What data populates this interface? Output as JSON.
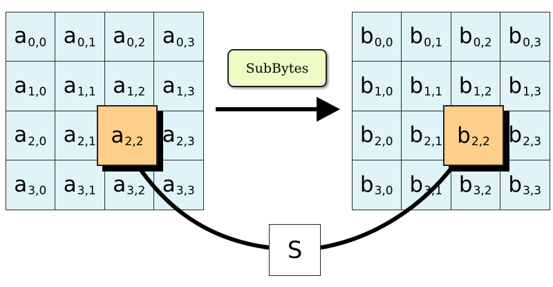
{
  "input_state": {
    "symbol": "a",
    "rows": [
      [
        "0,0",
        "0,1",
        "0,2",
        "0,3"
      ],
      [
        "1,0",
        "1,1",
        "1,2",
        "1,3"
      ],
      [
        "2,0",
        "2,1",
        "2,2",
        "2,3"
      ],
      [
        "3,0",
        "3,1",
        "3,2",
        "3,3"
      ]
    ],
    "highlight": {
      "row": 2,
      "col": 2,
      "index": "2,2"
    }
  },
  "output_state": {
    "symbol": "b",
    "rows": [
      [
        "0,0",
        "0,1",
        "0,2",
        "0,3"
      ],
      [
        "1,0",
        "1,1",
        "1,2",
        "1,3"
      ],
      [
        "2,0",
        "2,1",
        "2,2",
        "2,3"
      ],
      [
        "3,0",
        "3,1",
        "3,2",
        "3,3"
      ]
    ],
    "highlight": {
      "row": 2,
      "col": 2,
      "index": "2,2"
    }
  },
  "operation": {
    "label": "SubBytes"
  },
  "sbox": {
    "label": "S"
  },
  "colors": {
    "cell_fill": "#dff3f9",
    "highlight_fill": "#fdcf8b",
    "label_fill": "#ecfcc4",
    "stroke": "#000000"
  }
}
